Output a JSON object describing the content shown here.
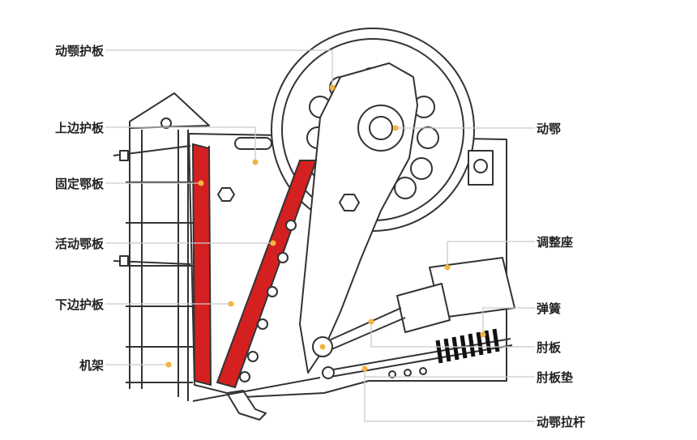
{
  "labels_left": [
    {
      "id": "dynamic-jaw-guard",
      "text": "动颚护板"
    },
    {
      "id": "upper-side-guard",
      "text": "上边护板"
    },
    {
      "id": "fixed-jaw-plate",
      "text": "固定鄂板"
    },
    {
      "id": "movable-jaw-plate",
      "text": "活动鄂板"
    },
    {
      "id": "lower-side-guard",
      "text": "下边护板"
    },
    {
      "id": "frame",
      "text": "机架"
    }
  ],
  "labels_right": [
    {
      "id": "moving-jaw",
      "text": "动鄂"
    },
    {
      "id": "adjusting-seat",
      "text": "调整座"
    },
    {
      "id": "spring",
      "text": "弹簧"
    },
    {
      "id": "toggle-plate",
      "text": "肘板"
    },
    {
      "id": "toggle-pad",
      "text": "肘板垫"
    },
    {
      "id": "jaw-tie-rod",
      "text": "动鄂拉杆"
    }
  ],
  "colors": {
    "outline": "#333333",
    "plate_red": "#d42020",
    "leader": "#c9c9c9",
    "dot": "#f2b440"
  }
}
